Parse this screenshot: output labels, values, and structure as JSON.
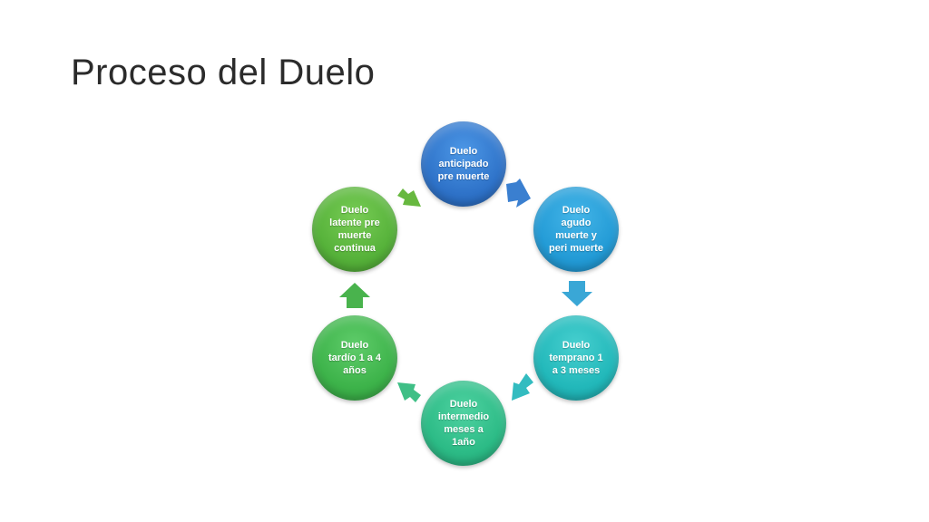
{
  "slide": {
    "title": "Proceso del Duelo"
  },
  "cycle": {
    "nodes": [
      {
        "label": "Duelo\nanticipado\npre muerte",
        "color": "#2f73c9"
      },
      {
        "label": "Duelo\nagudo\nmuerte y\nperi muerte",
        "color": "#239bd6"
      },
      {
        "label": "Duelo\ntemprano 1\na 3 meses",
        "color": "#22b8ba"
      },
      {
        "label": "Duelo\nintermedio\nmeses a\n1año",
        "color": "#2cbb86"
      },
      {
        "label": "Duelo\ntardío 1 a 4\naños",
        "color": "#3db34a"
      },
      {
        "label": "Duelo\nlatente  pre\nmuerte\ncontinua",
        "color": "#56b23a"
      }
    ],
    "arrow_colors": [
      "#3a7fd0",
      "#3aa7d6",
      "#33bcc0",
      "#3fbf86",
      "#49b34d",
      "#67b83f"
    ]
  }
}
